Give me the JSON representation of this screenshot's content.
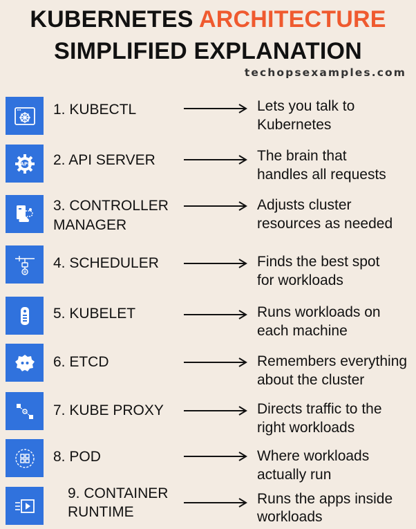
{
  "header": {
    "title_part1": "KUBERNETES",
    "title_part2": "ARCHITECTURE",
    "subtitle": "SIMPLIFIED EXPLANATION",
    "site": "techopsexamples.com"
  },
  "colors": {
    "accent": "#ef5a2f",
    "icon_bg": "#3072dd",
    "background": "#f3ebe2"
  },
  "components": [
    {
      "icon": "kubernetes-wheel-icon",
      "name": "1. KUBECTL",
      "desc": "Lets you talk to\nKubernetes"
    },
    {
      "icon": "api-gear-icon",
      "name": "2. API SERVER",
      "desc": "The brain that\nhandles all requests"
    },
    {
      "icon": "controller-manager-icon",
      "name": "3. CONTROLLER\nMANAGER",
      "desc": "Adjusts cluster\nresources as needed"
    },
    {
      "icon": "scheduler-icon",
      "name": "4. SCHEDULER",
      "desc": "Finds the best spot\nfor workloads"
    },
    {
      "icon": "kubelet-remote-icon",
      "name": "5. KUBELET",
      "desc": "Runs workloads on\neach machine"
    },
    {
      "icon": "etcd-icon",
      "name": "6. ETCD",
      "desc": "Remembers everything\nabout the cluster"
    },
    {
      "icon": "kube-proxy-icon",
      "name": "7. KUBE PROXY",
      "desc": "Directs traffic to the\nright workloads"
    },
    {
      "icon": "pod-icon",
      "name": "8. POD",
      "desc": "Where workloads\nactually run"
    },
    {
      "icon": "container-runtime-icon",
      "name": "9. CONTAINER\nRUNTIME",
      "desc": "Runs the apps inside\nworkloads"
    }
  ]
}
